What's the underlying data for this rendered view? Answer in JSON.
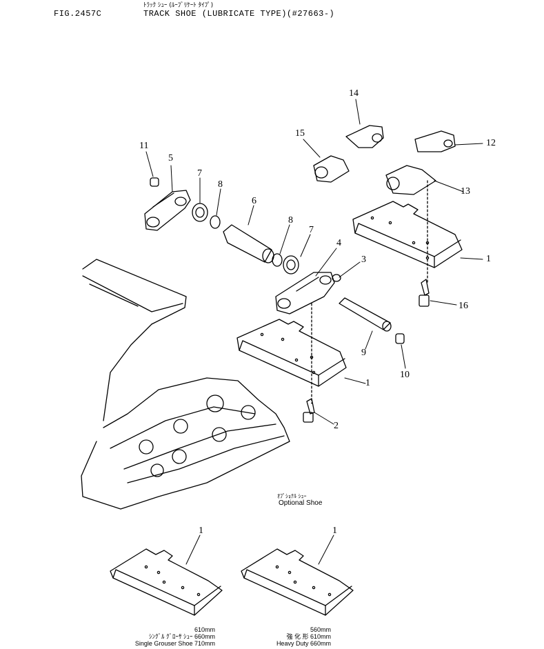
{
  "header": {
    "fig": "FIG.2457C",
    "title_jp": "ﾄﾗｯｸ ｼｭｰ (ﾙｰﾌﾞﾘｹｰﾄ ﾀｲﾌﾟ)",
    "title": "TRACK SHOE (LUBRICATE TYPE)(#27663-)"
  },
  "optional": {
    "jp": "ｵﾌﾟｼｮﾅﾙ ｼｭｰ",
    "en": "Optional Shoe"
  },
  "captions": {
    "single": {
      "sizes": [
        "610mm",
        "660mm",
        "710mm"
      ],
      "jp": "ｼﾝｸﾞﾙ ｸﾞﾛｰｻ ｼｭｰ",
      "en": "Single Grouser Shoe"
    },
    "heavy": {
      "sizes": [
        "560mm",
        "610mm",
        "660mm"
      ],
      "jp": "強 化 形",
      "en": "Heavy Duty"
    }
  },
  "callouts": [
    "1",
    "1",
    "1",
    "1",
    "2",
    "3",
    "4",
    "5",
    "6",
    "7",
    "7",
    "8",
    "8",
    "9",
    "10",
    "11",
    "12",
    "13",
    "14",
    "15",
    "16"
  ]
}
